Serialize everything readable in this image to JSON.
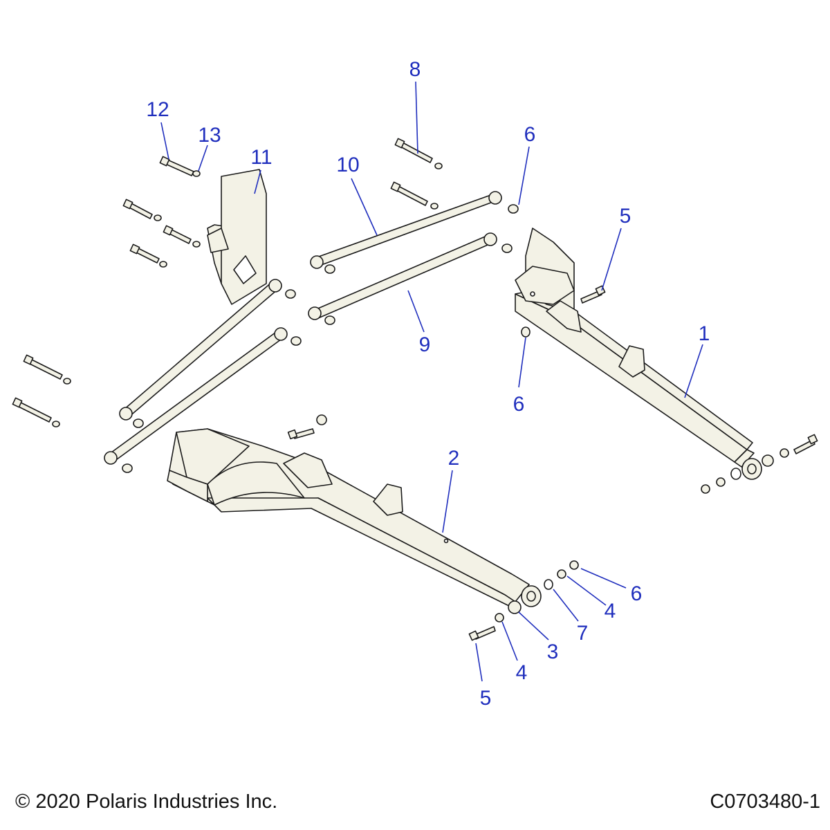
{
  "colors": {
    "part_fill": "#f3f2e6",
    "part_stroke": "#1a1a1a",
    "callout_text": "#1f2ebd",
    "leader_line": "#1f2ebd"
  },
  "callouts": [
    {
      "id": "c-8",
      "text": "8"
    },
    {
      "id": "c-12",
      "text": "12"
    },
    {
      "id": "c-13",
      "text": "13"
    },
    {
      "id": "c-11",
      "text": "11"
    },
    {
      "id": "c-10",
      "text": "10"
    },
    {
      "id": "c-6-top",
      "text": "6"
    },
    {
      "id": "c-5-right",
      "text": "5"
    },
    {
      "id": "c-9",
      "text": "9"
    },
    {
      "id": "c-6-mid",
      "text": "6"
    },
    {
      "id": "c-1",
      "text": "1"
    },
    {
      "id": "c-2",
      "text": "2"
    },
    {
      "id": "c-6-low",
      "text": "6"
    },
    {
      "id": "c-4-right",
      "text": "4"
    },
    {
      "id": "c-7",
      "text": "7"
    },
    {
      "id": "c-3",
      "text": "3"
    },
    {
      "id": "c-4-left",
      "text": "4"
    },
    {
      "id": "c-5-bottom",
      "text": "5"
    }
  ],
  "footer": {
    "copyright": "© 2020 Polaris Industries Inc.",
    "figure_id": "C0703480-1"
  }
}
